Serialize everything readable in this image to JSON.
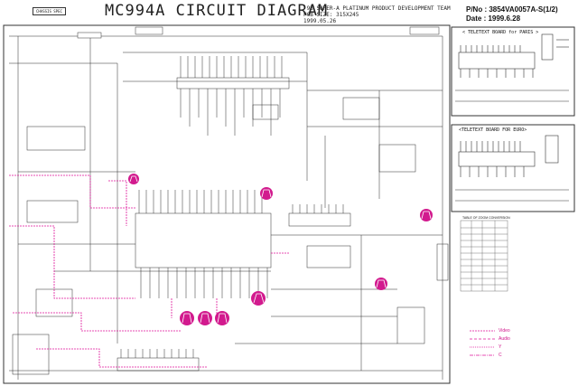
{
  "header": {
    "title": "MC994A   CIRCUIT   DIAGRAM",
    "team": "'98 SUPER-A PLATINUM PRODUCT DEVELOPMENT TEAM",
    "pcb": "PCB SIZE: 315X245",
    "date_small": "1999.05.26",
    "part_no": "P/No : 3854VA0057A-S(1/2)",
    "date": "Date : 1999.6.28"
  },
  "chassis": "CHASSIS SPEC",
  "teletext": {
    "paris_label": "< TELETEXT BOARD for PARIS >",
    "euro_label": "<TELETEXT BOARD FOR EURO>"
  },
  "table": {
    "title": "TABLE OF ZOOM CONVERSION"
  },
  "legend": {
    "video": "Video",
    "audio": "Audio",
    "y": "Y",
    "c": "C"
  },
  "colors": {
    "trace": "#2a2a2a",
    "signal_pink": "#e0149a",
    "waveform_marker": "#d21a8e"
  }
}
